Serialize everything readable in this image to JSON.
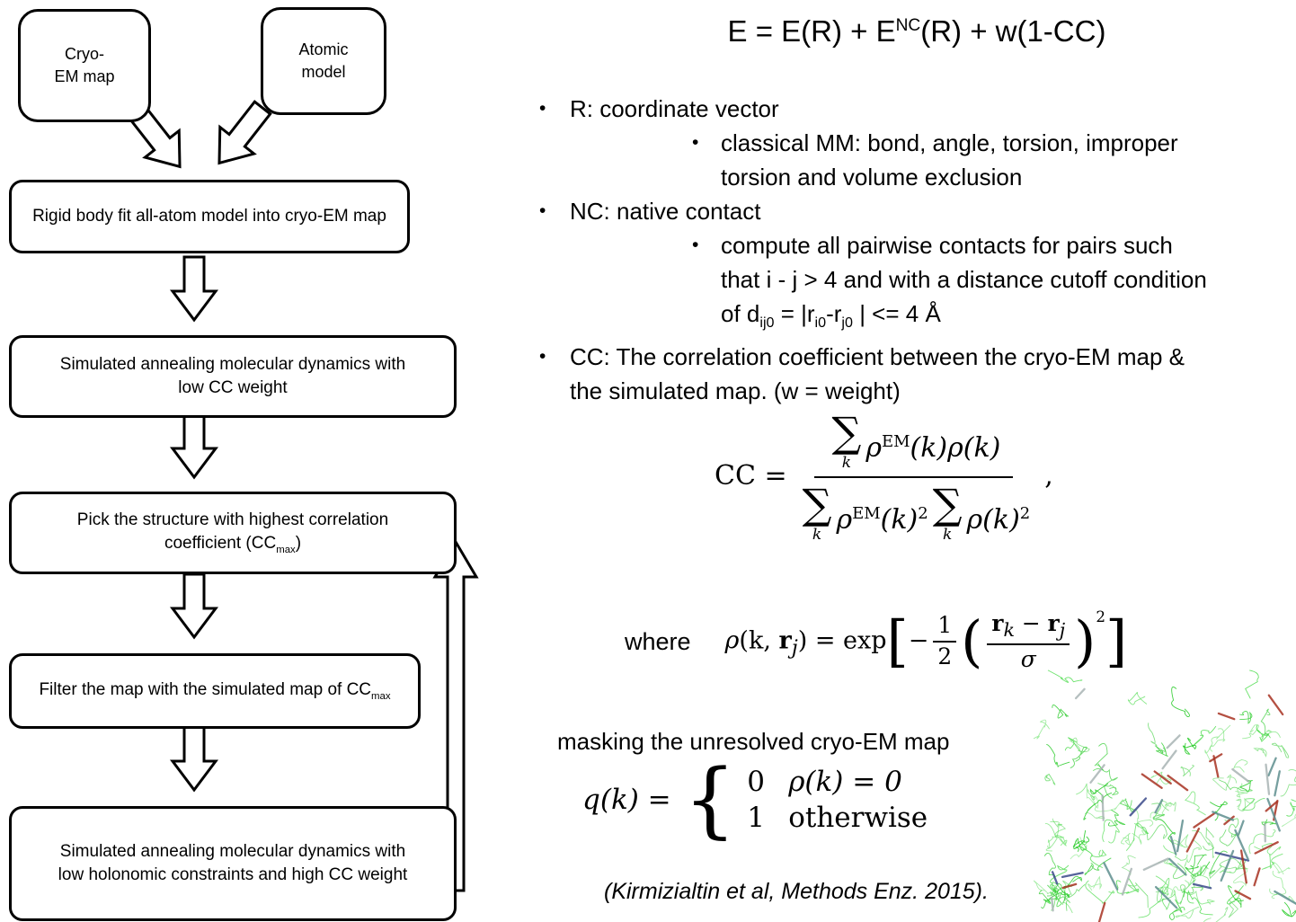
{
  "bullet_char": "•",
  "flowchart": {
    "cryo_box": "Cryo-\nEM map",
    "atomic_box": "Atomic\nmodel",
    "step1": "Rigid body fit all-atom model into cryo-EM map",
    "step2": "Simulated annealing molecular dynamics with low CC weight",
    "step3_pre": "Pick the structure with highest correlation coefficient (CC",
    "step3_sub": "max",
    "step3_post": ")",
    "step4_pre": "Filter the map with the simulated map of CC",
    "step4_sub": "max",
    "step5": "Simulated annealing molecular dynamics with low holonomic constraints and high CC weight"
  },
  "title_eq": {
    "p1": "E = E(R) + E",
    "sup": "NC",
    "p2": "(R) + w(1-CC)"
  },
  "bullets": {
    "r_label": "R: coordinate vector",
    "r_sub_line1": "classical MM: bond, angle, torsion, improper",
    "r_sub_line2": "torsion and volume exclusion",
    "nc_label": "NC: native contact",
    "nc_sub_line1": "compute all pairwise contacts for pairs such",
    "nc_sub_line2": "that i - j > 4 and with a distance cutoff condition",
    "nc_formula": {
      "p1": "of d",
      "s1": "ij0",
      "p2": " = |r",
      "s2": "i0",
      "p3": "-r",
      "s3": "j0",
      "p4": " | <= 4 Å"
    },
    "cc_line1": "CC: The correlation coefficient between the cryo-EM map &",
    "cc_line2": "the simulated map. (w = weight)"
  },
  "cc_eq": {
    "lhs": "CC =",
    "sum": "∑",
    "k": "k",
    "rho": "ρ",
    "em": "EM",
    "num_tail": "(k)ρ(k)",
    "den_mid": "(k)",
    "sq": "2",
    "den_tail": "ρ(k)",
    "comma": ","
  },
  "where_eq": {
    "label": "where",
    "rho": "ρ",
    "args_pre": "(k, ",
    "r": "r",
    "j": "j",
    "k": "k",
    "args_post": ") = exp",
    "lbracket": "[",
    "minus": "−",
    "one": "1",
    "two": "2",
    "lparen": "(",
    "sigma": "σ",
    "rparen": ")",
    "sq": "2",
    "rbracket": "]"
  },
  "masking_label": "masking the unresolved cryo-EM map",
  "q_eq": {
    "lhs_q": "q(k) =",
    "brace": "{",
    "v0": "0",
    "c0": "ρ(k) = 0",
    "v1": "1",
    "c1": "otherwise"
  },
  "citation": "(Kirmizialtin et al, Methods Enz. 2015)."
}
